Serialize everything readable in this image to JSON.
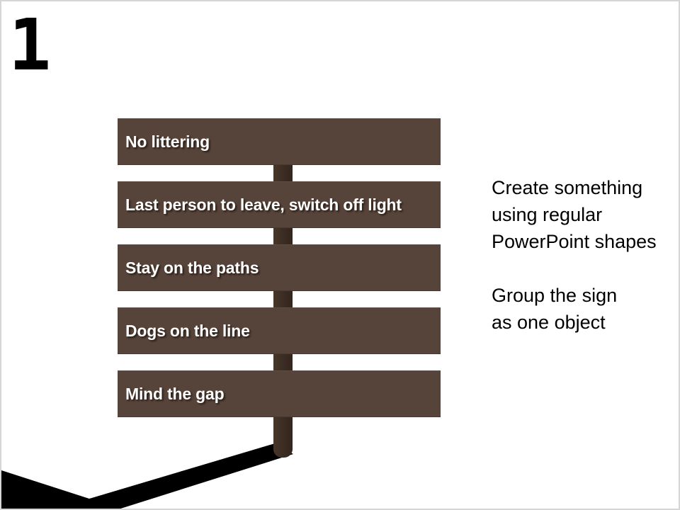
{
  "slide": {
    "number": "1",
    "background_color": "#FFFFFF",
    "border_color": "#D6D6D6"
  },
  "sign": {
    "plank_color": "#564339",
    "post_color": "#3B2C23",
    "shadow_color": "#000000",
    "plank_text_color": "#FFFFFF",
    "planks": [
      {
        "label": "No littering"
      },
      {
        "label": "Last person to leave, switch off light"
      },
      {
        "label": "Stay on the paths"
      },
      {
        "label": "Dogs on the line"
      },
      {
        "label": "Mind the gap"
      }
    ]
  },
  "instructions": {
    "text_color": "#000000",
    "paragraph1": {
      "lines": [
        "Create something",
        "using regular",
        "PowerPoint shapes"
      ]
    },
    "paragraph2": {
      "lines": [
        "Group the sign",
        "as one object"
      ]
    }
  }
}
